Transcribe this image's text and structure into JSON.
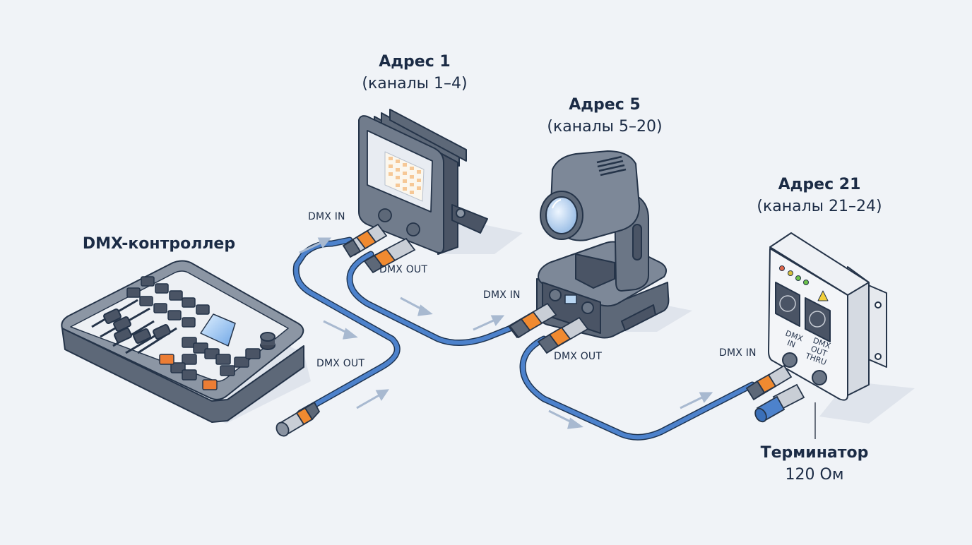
{
  "diagram": {
    "title": "DMX chain wiring",
    "colors": {
      "background": "#f0f3f7",
      "text": "#1b2b45",
      "device_body": "#6b7686",
      "device_dark": "#3f4858",
      "cable": "#4d82cc",
      "connector_band": "#f08a30",
      "arrow": "#a8b9d0",
      "lens": "#b9d6f2",
      "panel_white": "#eef1f5"
    },
    "nodes": [
      {
        "id": "controller",
        "label": "DMX-контроллер",
        "port_labels": [
          "DMX OUT"
        ]
      },
      {
        "id": "par-flood",
        "label_line1": "Адрес 1",
        "label_line2": "(каналы 1–4)",
        "port_labels": [
          "DMX IN",
          "DMX OUT"
        ]
      },
      {
        "id": "moving-head",
        "label_line1": "Адрес 5",
        "label_line2": "(каналы 5–20)",
        "port_labels": [
          "DMX IN",
          "DMX OUT"
        ]
      },
      {
        "id": "dimmer-pack",
        "label_line1": "Адрес 21",
        "label_line2": "(каналы 21–24)",
        "port_labels": [
          "DMX IN"
        ],
        "panel_labels": [
          "DMX IN",
          "DMX OUT THRU"
        ],
        "leds": [
          "#e0664a",
          "#d9c03a",
          "#6cc24a",
          "#6cc24a"
        ]
      },
      {
        "id": "terminator",
        "label_line1": "Терминатор",
        "label_line2": "120 Ом"
      }
    ],
    "edges": [
      {
        "from": "controller",
        "to": "par-flood",
        "label": "DMX OUT → DMX IN"
      },
      {
        "from": "par-flood",
        "to": "moving-head",
        "label": "DMX OUT → DMX IN"
      },
      {
        "from": "moving-head",
        "to": "dimmer-pack",
        "label": "DMX OUT → DMX IN"
      }
    ]
  }
}
